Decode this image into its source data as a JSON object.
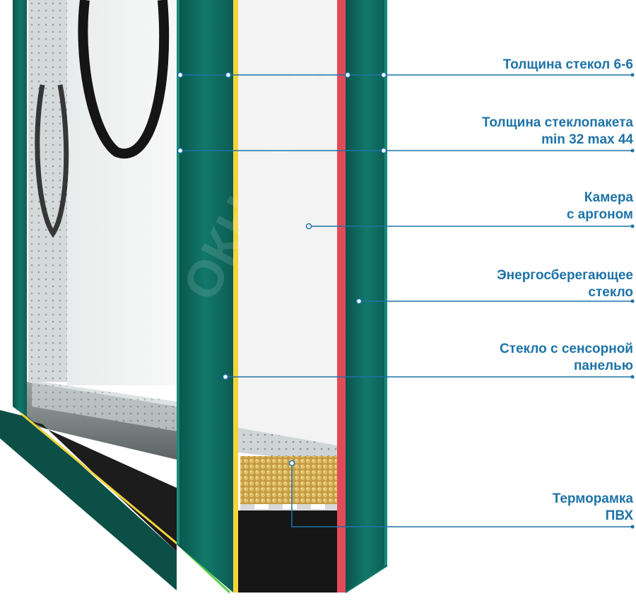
{
  "callouts": [
    {
      "id": "glass-thickness",
      "lines": [
        "Толщина стекол 6-6"
      ]
    },
    {
      "id": "unit-thickness",
      "lines": [
        "Толщина стеклопакета",
        "min 32 max 44"
      ]
    },
    {
      "id": "argon-chamber",
      "lines": [
        "Камера",
        "с аргоном"
      ]
    },
    {
      "id": "energy-glass",
      "lines": [
        "Энергосберегающее",
        "стекло"
      ]
    },
    {
      "id": "touch-glass",
      "lines": [
        "Стекло с сенсорной",
        "панелью"
      ]
    },
    {
      "id": "thermo-frame",
      "lines": [
        "Терморамка",
        "ПВХ"
      ]
    }
  ],
  "watermark": "ОКНА СПБ",
  "colors": {
    "label_text": "#1e73a8",
    "leader_line": "#1e73a8",
    "glass_teal": "#0f6e62",
    "glass_teal_dark": "#0a544b",
    "glass_edge": "#1b8a7a",
    "spacer_yellow": "#f2d43a",
    "spacer_red": "#e24a5a",
    "seal_black": "#1a1a1a",
    "desiccant": "#c9a24a",
    "argon": "#f4f4f4"
  }
}
